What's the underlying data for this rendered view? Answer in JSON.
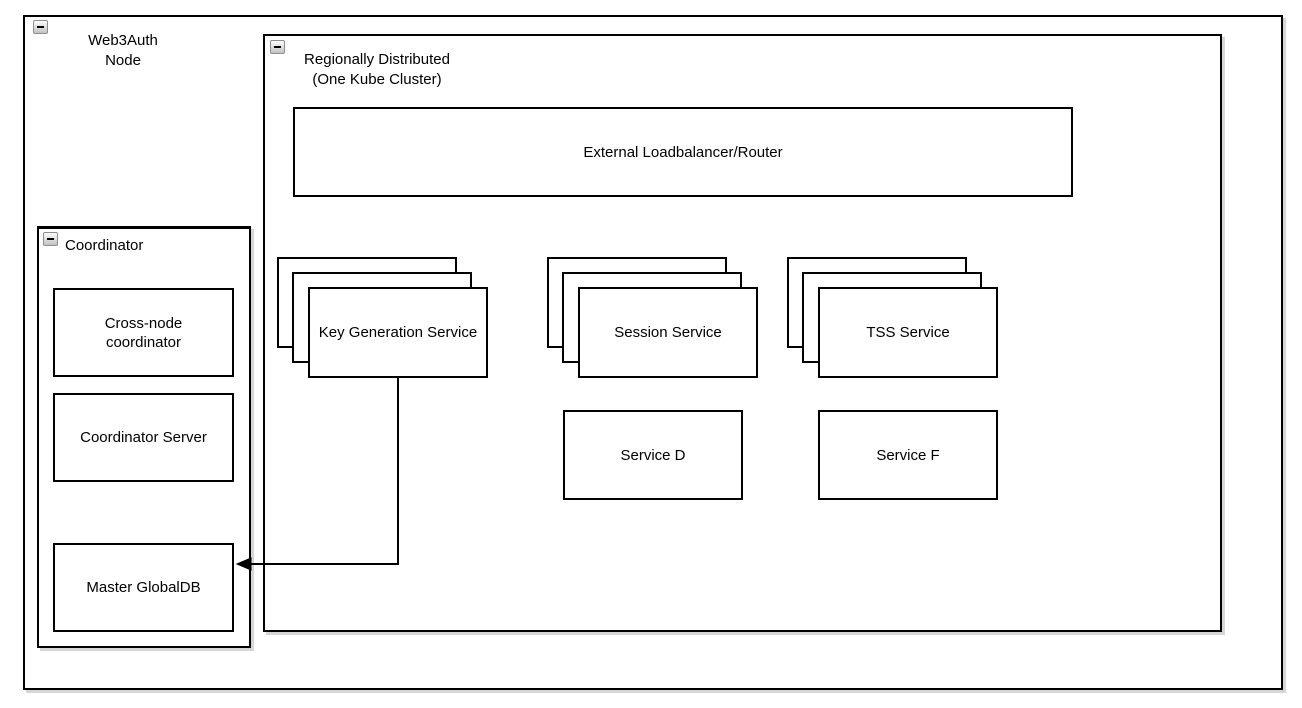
{
  "diagram": {
    "root": {
      "title": "Web3Auth\nNode"
    },
    "regional": {
      "title": "Regionally Distributed\n(One Kube Cluster)",
      "loadbalancer_label": "External Loadbalancer/Router",
      "stacks": [
        {
          "label": "Key Generation Service"
        },
        {
          "label": "Session Service"
        },
        {
          "label": "TSS Service"
        }
      ],
      "services": [
        "Service D",
        "Service F"
      ]
    },
    "coordinator": {
      "title": "Coordinator",
      "boxes": [
        "Cross-node\ncoordinator",
        "Coordinator Server",
        "Master GlobalDB"
      ]
    },
    "connections": [
      {
        "from": "Key Generation Service",
        "to": "Master GlobalDB",
        "style": "orthogonal-arrow"
      }
    ],
    "icons": {
      "collapse": "minus"
    },
    "colors": {
      "stroke": "#000000",
      "background": "#ffffff",
      "shadow": "#d6d6d6",
      "collapse_fill": "#d9d9d9"
    }
  }
}
